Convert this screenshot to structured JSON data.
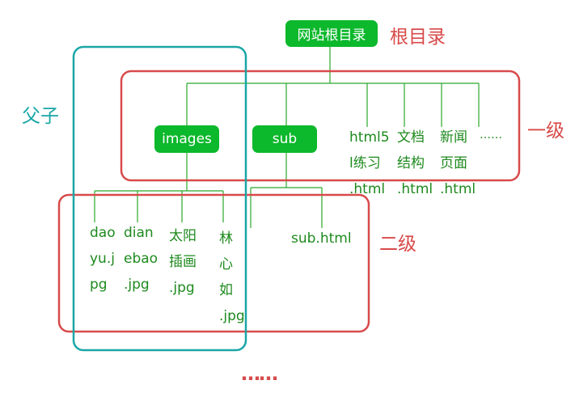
{
  "nodes": {
    "root": "网站根目录",
    "images": "images",
    "sub": "sub"
  },
  "labels": {
    "root": "根目录",
    "level1": "一级",
    "level2": "二级",
    "parent_child": "父子"
  },
  "level1_files": {
    "html5": "html5\nl练习\n.html",
    "docs": "文档\n结构\n.html",
    "news": "新闻\n页面\n.html",
    "more": "……"
  },
  "images_files": {
    "daoyu": "dao\nyu.j\npg",
    "dianebao": "dian\nebao\n.jpg",
    "taiyang": "太阳\n插画\n.jpg",
    "linxinru": "林\n心\n如\n.jpg"
  },
  "sub_files": {
    "subhtml": "sub.html"
  },
  "ellipsis": "……",
  "colors": {
    "green": "#0cb82c",
    "file_text": "#1e8a1e",
    "red": "#d84a4a",
    "teal": "#1aa6a6"
  }
}
